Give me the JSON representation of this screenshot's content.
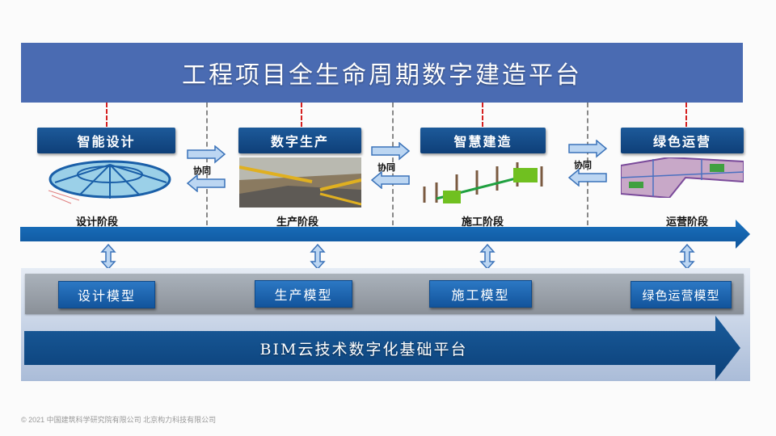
{
  "title": "工程项目全生命周期数字建造平台",
  "stages": [
    {
      "heading": "智能设计",
      "phase_label": "设计阶段",
      "model_label": "设计模型",
      "image": "dome-structure-model"
    },
    {
      "heading": "数字生产",
      "phase_label": "生产阶段",
      "model_label": "生产模型",
      "image": "factory-production-line"
    },
    {
      "heading": "智慧建造",
      "phase_label": "施工阶段",
      "model_label": "施工模型",
      "image": "mep-construction-model"
    },
    {
      "heading": "绿色运营",
      "phase_label": "运营阶段",
      "model_label": "绿色运营模型",
      "image": "building-operation-model"
    }
  ],
  "collaboration_label": "协同",
  "platform_label": "BIM云技术数字化基础平台",
  "footer": "© 2021 中国建筑科学研究院有限公司 北京构力科技有限公司",
  "colors": {
    "title_bg": "#4a6bb2",
    "stage_head": "#0e3f78",
    "timeline": "#1565b0",
    "platform": "#0d4a85"
  }
}
